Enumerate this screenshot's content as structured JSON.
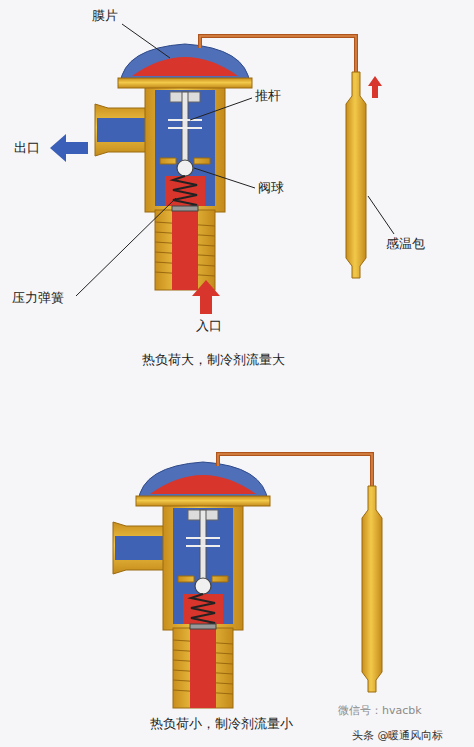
{
  "diagram": {
    "labels": [
      "膜片",
      "推杆",
      "出口",
      "阀球",
      "感温包",
      "压力弹簧",
      "入口",
      "热负荷大，制冷剂流量大",
      "热负荷小，制冷剂流量小",
      "微信号：hvacbk",
      "头条 @暖通风向标"
    ]
  }
}
